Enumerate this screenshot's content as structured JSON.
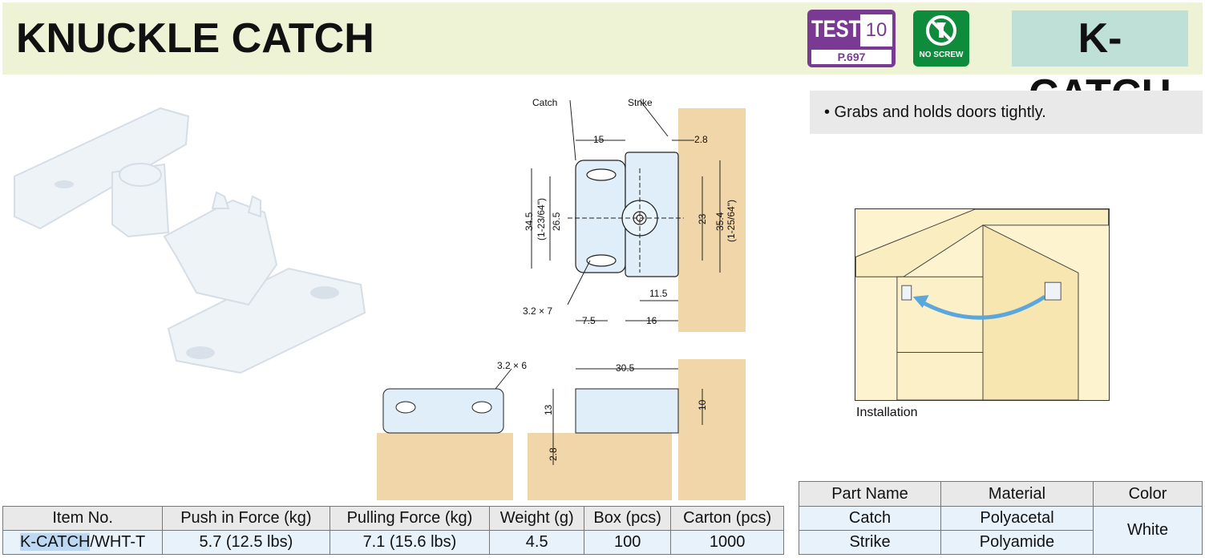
{
  "header": {
    "title": "KNUCKLE CATCH",
    "code": "K-CATCH",
    "test_badge": {
      "label": "TEST",
      "number": "10",
      "page": "P.697"
    },
    "no_screw_badge": {
      "label": "NO SCREW"
    }
  },
  "feature": "• Grabs and holds doors tightly.",
  "installation_label": "Installation",
  "drawing": {
    "labels": {
      "catch": "Catch",
      "strike": "Strike",
      "d15": "15",
      "d2_8": "2.8",
      "d34_5": "34.5",
      "d34_5_in": "(1-23/64\")",
      "d26_5": "26.5",
      "d23": "23",
      "d35_4": "35.4",
      "d35_4_in": "(1-25/64\")",
      "d11_5": "11.5",
      "d3_2x7": "3.2 × 7",
      "d7_5": "7.5",
      "d16": "16",
      "d3_2x6": "3.2 × 6",
      "d30_5": "30.5",
      "d13": "13",
      "d10": "10",
      "d2_8b": "2.8"
    }
  },
  "spec_table": {
    "headers": [
      "Item No.",
      "Push in Force (kg)",
      "Pulling Force (kg)",
      "Weight (g)",
      "Box (pcs)",
      "Carton (pcs)"
    ],
    "row": {
      "item_prefix": "K-CATCH",
      "item_suffix": "/WHT-T",
      "push": "5.7 (12.5 lbs)",
      "pull": "7.1 (15.6 lbs)",
      "weight": "4.5",
      "box": "100",
      "carton": "1000"
    }
  },
  "part_table": {
    "headers": [
      "Part Name",
      "Material",
      "Color"
    ],
    "rows": [
      {
        "part": "Catch",
        "material": "Polyacetal"
      },
      {
        "part": "Strike",
        "material": "Polyamide"
      }
    ],
    "color": "White"
  },
  "colors": {
    "header_bg": "#eef3d6",
    "test_badge": "#7a3a93",
    "no_screw": "#0e8c3c",
    "code_bg": "#bfe0d6",
    "wood": "#f0d6a8",
    "part_blue": "#dfeef8",
    "arrow_blue": "#5aa6dd"
  }
}
